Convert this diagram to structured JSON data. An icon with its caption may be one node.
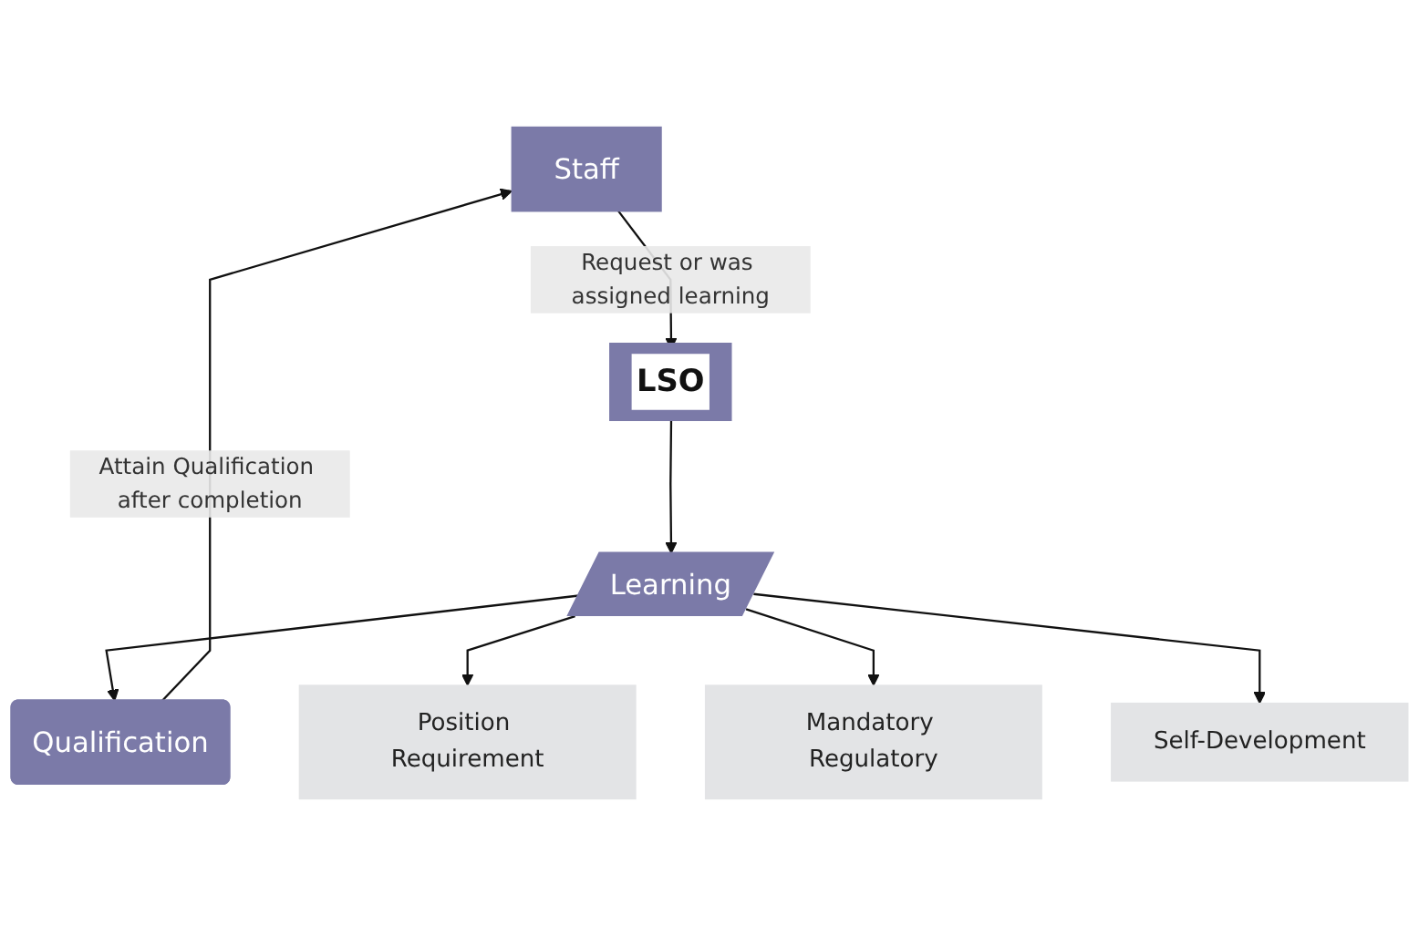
{
  "diagram": {
    "nodes": [
      {
        "text": [
          "Staff"
        ]
      },
      {
        "text": [
          "LSO"
        ]
      },
      {
        "text": [
          "Learning"
        ]
      },
      {
        "text": [
          "Qualification"
        ]
      },
      {
        "text": [
          "Position Requirement"
        ]
      },
      {
        "text": [
          "Mandatory Regulatory"
        ]
      },
      {
        "text": [
          "Self-Development"
        ]
      }
    ],
    "edges": [
      {
        "from": 0,
        "to": 1,
        "arrow": "to",
        "label": "Request or was assigned learning"
      },
      {
        "from": 1,
        "to": 2,
        "arrow": "to"
      },
      {
        "from": 2,
        "to": 3,
        "arrow": "to"
      },
      {
        "from": 3,
        "to": 0,
        "arrow": "to",
        "label": "Attain Qualification after completion"
      },
      {
        "from": 2,
        "to": 4,
        "arrow": "to"
      },
      {
        "from": 2,
        "to": 5,
        "arrow": "to"
      },
      {
        "from": 2,
        "to": 6,
        "arrow": "to"
      }
    ]
  }
}
